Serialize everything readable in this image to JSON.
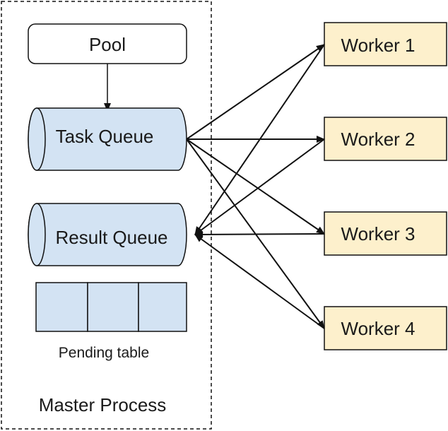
{
  "master": {
    "label": "Master Process",
    "pool_label": "Pool",
    "task_queue_label": "Task Queue",
    "result_queue_label": "Result Queue",
    "pending_table_label": "Pending table",
    "pending_cells": 3
  },
  "workers": [
    {
      "label": "Worker 1"
    },
    {
      "label": "Worker 2"
    },
    {
      "label": "Worker 3"
    },
    {
      "label": "Worker 4"
    }
  ],
  "colors": {
    "queue_fill": "#d3e3f3",
    "worker_fill": "#fdf0cc",
    "stroke": "#111111",
    "pool_fill": "#ffffff"
  }
}
